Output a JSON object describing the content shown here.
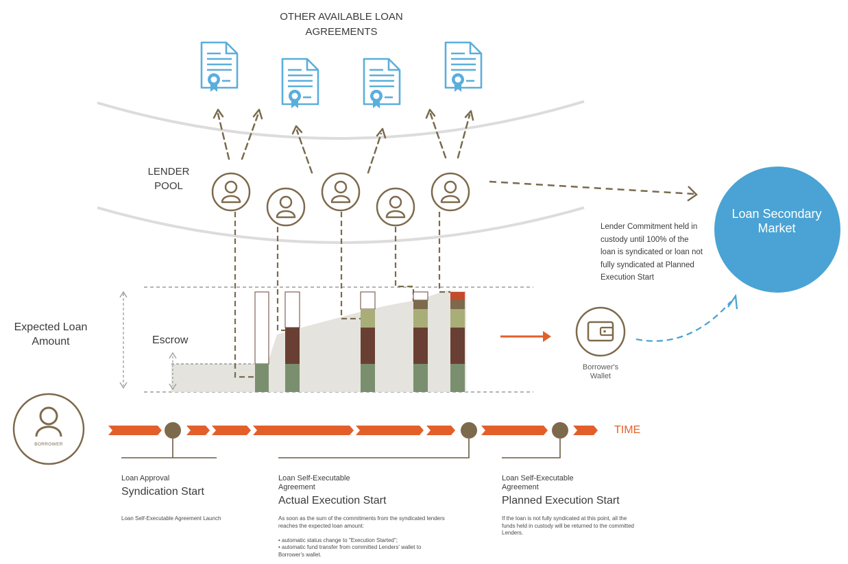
{
  "title": "OTHER AVAILABLE LOAN AGREEMENTS",
  "lender_pool": "LENDER POOL",
  "expected_loan_amount": "Expected Loan Amount",
  "escrow": "Escrow",
  "custody_note": "Lender Commitment held in custody until 100% of the loan is syndicated or loan not fully syndicated at Planned Execution Start",
  "secondary_market": "Loan Secondary Market",
  "borrower_wallet": "Borrower's Wallet",
  "borrower": "BORROWER",
  "time": "TIME",
  "milestones": [
    {
      "kicker": "Loan Approval",
      "title": "Syndication Start",
      "description": "Loan Self-Executable Agreement Launch"
    },
    {
      "kicker": "Loan Self-Executable Agreement",
      "title": "Actual Execution Start",
      "description": "As soon as the sum of the commitments from the syndicated lenders reaches the expected loan amount:",
      "bullets": [
        "• automatic status change to \"Execution Started\";",
        "• automatic fund transfer from committed Lenders' wallet to Borrower's wallet."
      ]
    },
    {
      "kicker": "Loan Self-Executable Agreement",
      "title": "Planned Execution Start",
      "description": "If the loan is not fully syndicated at this point, all the funds held in custody will be returned to the committed Lenders."
    }
  ],
  "colors": {
    "accent_orange": "#e35f2a",
    "market_blue": "#4aa3d4",
    "document_blue": "#5aaedc",
    "icon_brown": "#7d6a4c",
    "dash_brown": "#7a6a4c",
    "commit_green": "#7a8f6e",
    "commit_brown": "#6a3f33",
    "commit_olive": "#a9ad77",
    "commit_tan": "#7d6a4c",
    "commit_red": "#c44a2c",
    "escrow_fill": "#e5e3de"
  }
}
